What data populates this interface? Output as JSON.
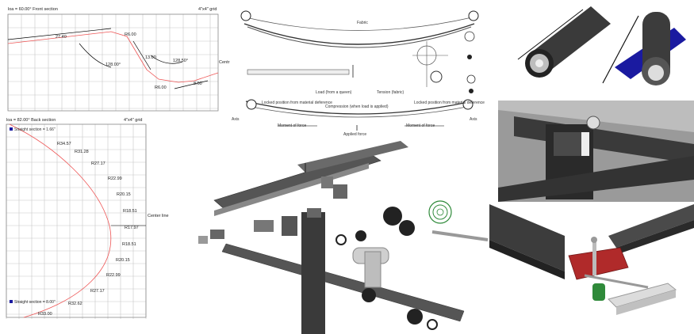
{
  "front_section": {
    "title": "loa = 60.00°   Front section",
    "grid_label": "4\"x4\" grid",
    "centre_label": "Centr",
    "dims": [
      "27.40",
      "R6.00",
      "13.00",
      "128.00°",
      "128.50°",
      "R6.00",
      "8.60"
    ]
  },
  "back_section": {
    "title": "loa = 82.00°   Back section",
    "grid_label": "4\"x4\" grid",
    "centre_label": "Center line",
    "legend_top": "Straight section = 1.66\"",
    "legend_bottom": "Straight section = 8.00\"",
    "radii": [
      "R34.57",
      "R31.28",
      "R27.17",
      "R22.99",
      "R20.15",
      "R18.51",
      "R17.97",
      "R18.51",
      "R20.15",
      "R22.99",
      "R27.17",
      "R32.62",
      "R33.00"
    ]
  },
  "spring_diagram": {
    "top_label": "Fabric",
    "load_label": "Load (from a queen)",
    "tension_label": "Tension (fabric)",
    "locked_left": "Locked position from material deference",
    "locked_right": "Locked position from material deference",
    "compression_label": "Compression (when load is applied)",
    "moment_left": "Moment of force",
    "moment_right": "Moment of force",
    "applied_force": "Applied force",
    "left_axis": "Axis",
    "right_axis": "Axis"
  },
  "colors": {
    "accent_red": "#e55555",
    "legend_blue": "#1a1aa0",
    "metal_dark": "#3a3a3a",
    "bracket_red": "#b02a2a",
    "part_green": "#2f8a3a"
  }
}
